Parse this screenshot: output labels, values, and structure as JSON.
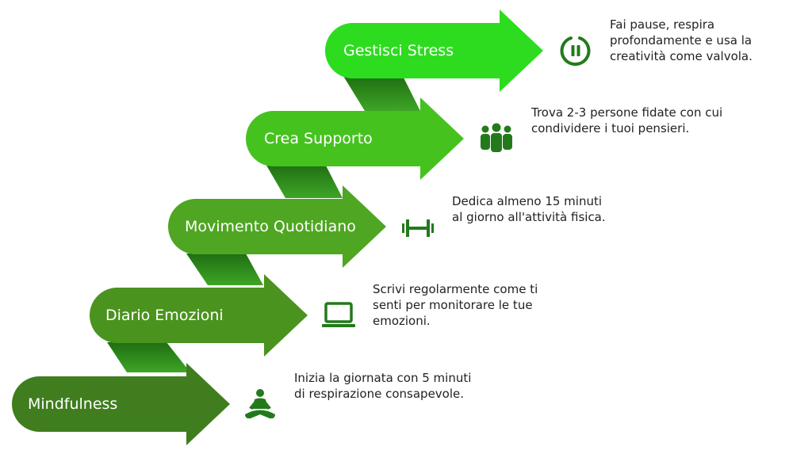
{
  "steps": [
    {
      "label": "Mindfulness",
      "description": "Inizia la giornata con 5 minuti di respirazione consapevole.",
      "icon": "meditation-icon",
      "color": "#3f7d1e"
    },
    {
      "label": "Diario Emozioni",
      "description": "Scrivi regolarmente come ti senti per monitorare le tue emozioni.",
      "icon": "laptop-icon",
      "color": "#4b931f"
    },
    {
      "label": "Movimento Quotidiano",
      "description": "Dedica almeno 15 minuti al giorno all'attività fisica.",
      "icon": "dumbbell-icon",
      "color": "#4fa622"
    },
    {
      "label": "Crea Supporto",
      "description": "Trova 2-3 persone fidate con cui condividere i tuoi pensieri.",
      "icon": "group-icon",
      "color": "#46c21f"
    },
    {
      "label": "Gestisci Stress",
      "description": "Fai pause, respira profondamente e usa la creatività come valvola.",
      "icon": "pause-icon",
      "color": "#2ddc1f"
    }
  ],
  "colors": {
    "connector": "#2e8b1a",
    "icon": "#237a1b",
    "text": "#222222"
  }
}
